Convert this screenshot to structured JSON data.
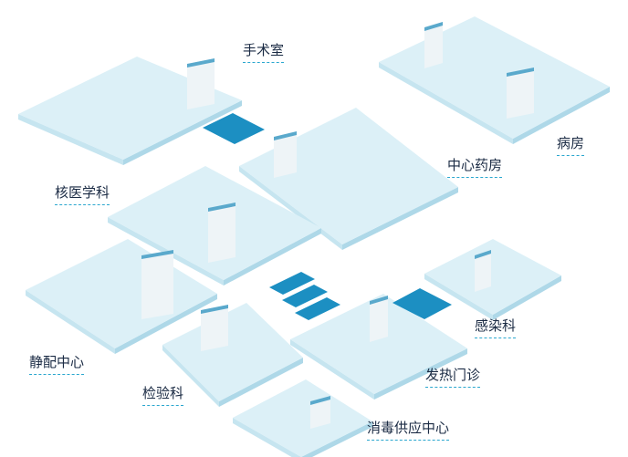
{
  "colors": {
    "platform_top": "#dcf0f7",
    "platform_side": "#aed8e8",
    "accent": "#1c8fc2",
    "label_text": "#1b2b44",
    "leader_line": "#2aa7cf"
  },
  "departments": [
    {
      "id": "surgery",
      "label": "手术室"
    },
    {
      "id": "ward",
      "label": "病房"
    },
    {
      "id": "pharmacy",
      "label": "中心药房"
    },
    {
      "id": "nuclear",
      "label": "核医学科"
    },
    {
      "id": "infection",
      "label": "感染科"
    },
    {
      "id": "pivas",
      "label": "静配中心"
    },
    {
      "id": "lab",
      "label": "检验科"
    },
    {
      "id": "fever",
      "label": "发热门诊"
    },
    {
      "id": "cssd",
      "label": "消毒供应中心"
    }
  ]
}
